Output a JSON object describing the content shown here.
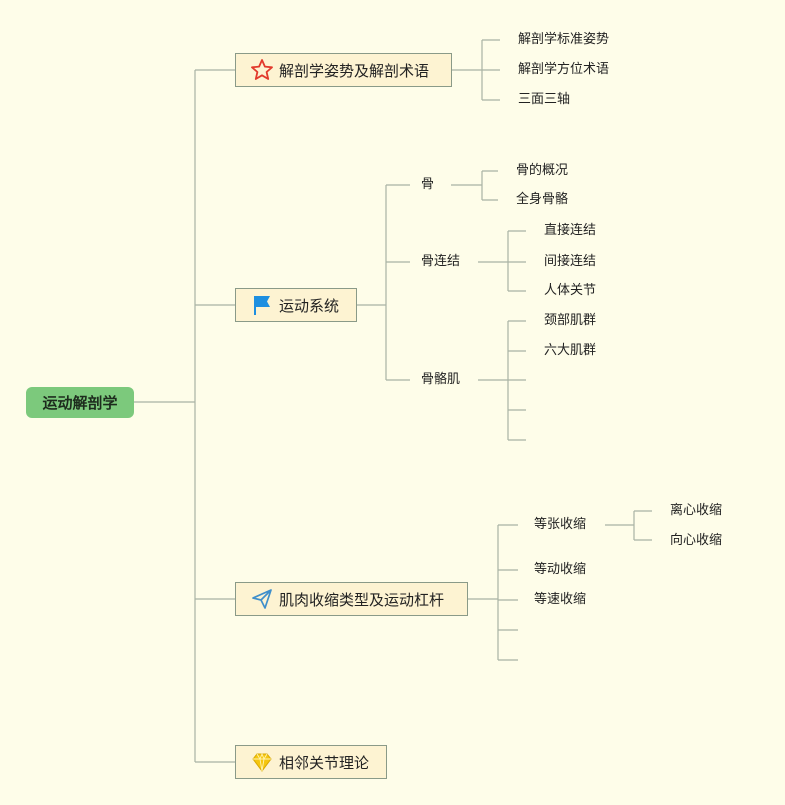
{
  "root": {
    "label": "运动解剖学"
  },
  "topics": [
    {
      "label": "解剖学姿势及解剖术语",
      "icon": "star-icon",
      "children": [
        "解剖学标准姿势",
        "解剖学方位术语",
        "三面三轴"
      ]
    },
    {
      "label": "运动系统",
      "icon": "flag-icon",
      "children": [
        {
          "label": "骨",
          "children": [
            "骨的概况",
            "全身骨骼"
          ]
        },
        {
          "label": "骨连结",
          "children": [
            "直接连结",
            "间接连结",
            "人体关节"
          ]
        },
        {
          "label": "骨骼肌",
          "children": [
            "颈部肌群",
            "六大肌群",
            "",
            "",
            ""
          ]
        }
      ]
    },
    {
      "label": "肌肉收缩类型及运动杠杆",
      "icon": "paper-plane-icon",
      "children": [
        {
          "label": "等张收缩",
          "children": [
            "离心收缩",
            "向心收缩"
          ]
        },
        {
          "label": "等动收缩"
        },
        {
          "label": "等速收缩"
        },
        {
          "label": ""
        },
        {
          "label": ""
        }
      ]
    },
    {
      "label": "相邻关节理论",
      "icon": "diamond-icon",
      "children": []
    }
  ],
  "colors": {
    "background": "#fefde9",
    "root_fill": "#7cc97c",
    "topic_fill": "#fdf3d2",
    "topic_border": "#8a9a88",
    "line": "#a9b3a4",
    "star": "#e23a2c",
    "flag": "#1e8fe0",
    "plane": "#3f8fcb",
    "diamond": "#f5c60f"
  }
}
